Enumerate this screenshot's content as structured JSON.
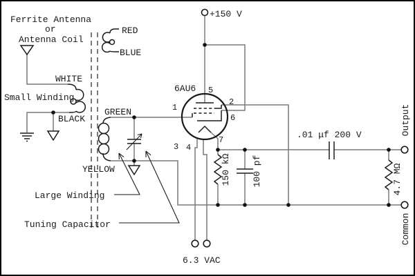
{
  "colors": {
    "wire": "#7a7a7a",
    "ink": "#1a1a1a",
    "background": "#ffffff"
  },
  "labels": {
    "antenna_line1": "Ferrite Antenna",
    "antenna_line2": "or",
    "antenna_line3": "Antenna Coil",
    "red": "RED",
    "blue": "BLUE",
    "white": "WHITE",
    "small_winding": "Small Winding",
    "black": "BLACK",
    "green": "GREEN",
    "yellow": "YELLOW",
    "large_winding": "Large Winding",
    "tuning_capacitor": "Tuning Capacitor",
    "tube": "6AU6",
    "supply": "+150 V",
    "coupling_cap": ".01 μf 200 V",
    "cathode_resistor": "150 kΩ",
    "cathode_capacitor": "100 pf",
    "load_resistor": "4.7 MΩ",
    "output": "Output",
    "common": "Common",
    "heater": "6.3 VAC"
  },
  "pins": {
    "p1": "1",
    "p2": "2",
    "p3": "3",
    "p4": "4",
    "p5": "5",
    "p6": "6",
    "p7": "7"
  }
}
